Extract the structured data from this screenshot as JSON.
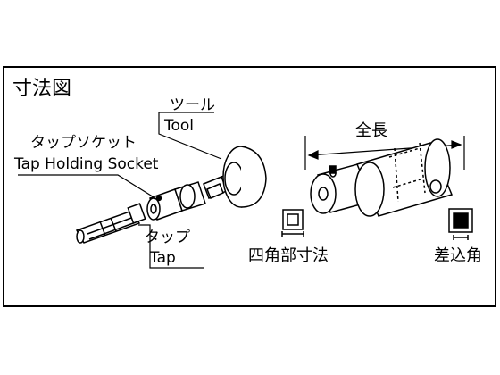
{
  "title": "寸法図",
  "labels": {
    "tool_jp": "ツール",
    "tool_en": "Tool",
    "socket_jp": "タップソケット",
    "socket_en": "Tap Holding Socket",
    "tap_jp": "タップ",
    "tap_en": "Tap",
    "overall_length": "全長",
    "square_dim": "四角部寸法",
    "insert_square": "差込角"
  },
  "colors": {
    "line": "#000000",
    "background": "#ffffff"
  }
}
